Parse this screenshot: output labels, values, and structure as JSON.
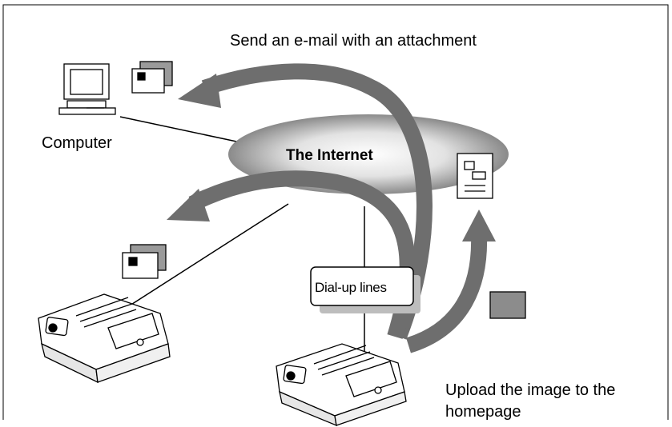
{
  "diagram": {
    "title": "Send an e-mail with an attachment",
    "computer_label": "Computer",
    "internet_label": "The Internet",
    "dialup_label": "Dial-up lines",
    "upload_label": "Upload the image to the homepage"
  },
  "icons": [
    "computer-icon",
    "photo-card-icon",
    "web-page-icon",
    "camera-icon",
    "image-icon",
    "arrow-icon"
  ],
  "colors": {
    "arrow": "#6e6e6e",
    "cloud_center": "#ffffff",
    "cloud_edge": "#8a8a8a",
    "image_fill": "#8c8c8c",
    "label_shadow": "#bdbdbd"
  }
}
